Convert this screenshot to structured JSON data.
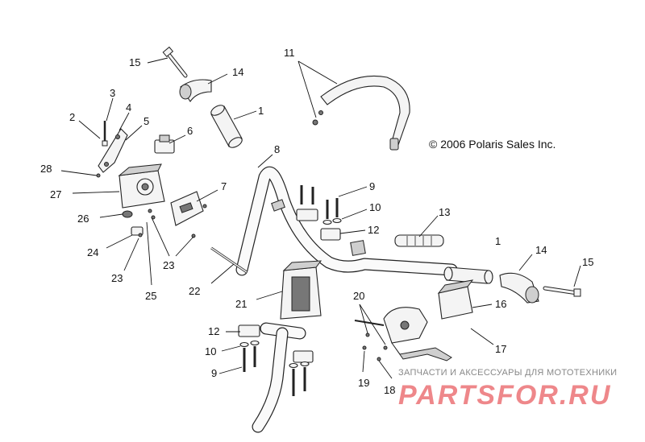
{
  "diagram": {
    "copyright": "© 2006 Polaris Sales Inc.",
    "callouts": [
      "1",
      "2",
      "3",
      "4",
      "5",
      "6",
      "7",
      "8",
      "9",
      "10",
      "11",
      "12",
      "13",
      "14",
      "15",
      "16",
      "17",
      "18",
      "19",
      "20",
      "21",
      "22",
      "23",
      "24",
      "25",
      "26",
      "27",
      "28"
    ]
  },
  "watermark": {
    "subtitle": "ЗАПЧАСТИ И АКСЕССУАРЫ ДЛЯ МОТОТЕХНИКИ",
    "logo": "PARTSFOR.RU",
    "accent_color": "#e0252a",
    "subtitle_color": "#888888"
  }
}
